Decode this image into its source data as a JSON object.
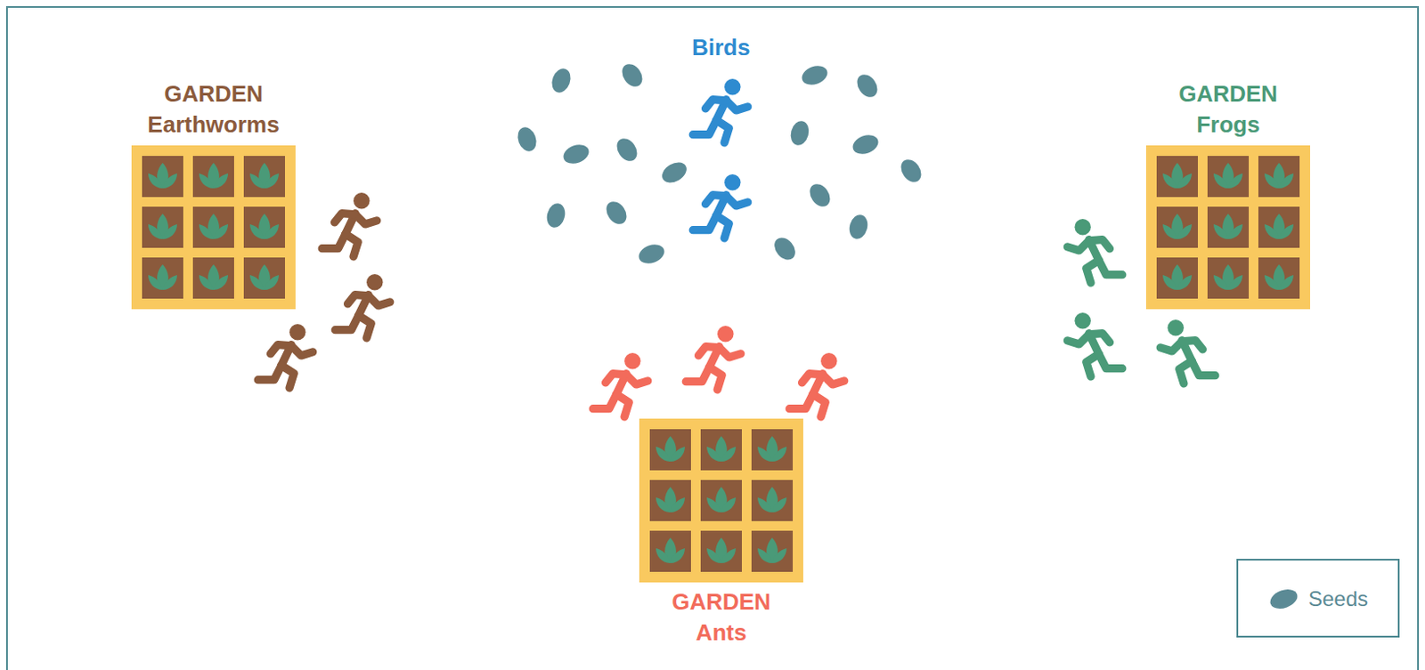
{
  "diagram": {
    "nodes": [
      {
        "text": [
          "GARDEN Earthworms"
        ]
      },
      {
        "text": [
          "GARDEN Frogs"
        ]
      },
      {
        "text": [
          "GARDEN Ants"
        ]
      }
    ],
    "labels": [
      "Birds"
    ],
    "legend": [
      {
        "text": "Seeds",
        "color": "#5b8a95"
      }
    ]
  }
}
